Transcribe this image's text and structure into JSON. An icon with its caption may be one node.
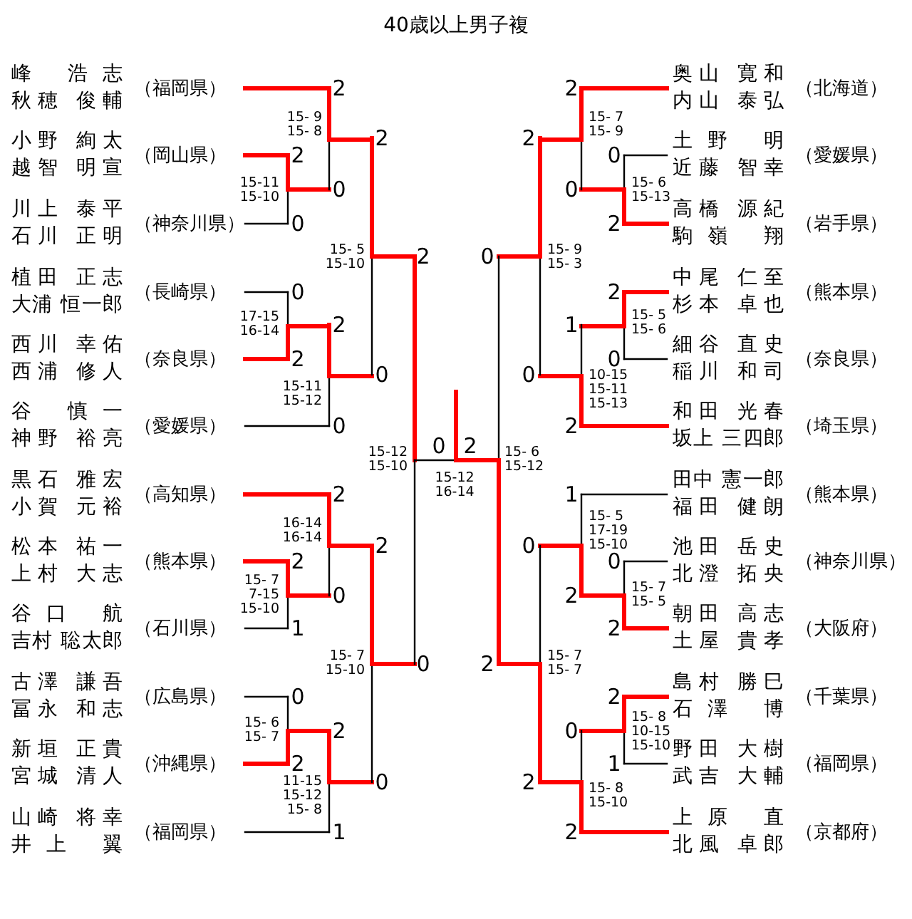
{
  "diagram": {
    "title": "40歳以上男子複",
    "nodes": [
      {
        "text": [
          "峰 浩志",
          "秋穂 俊輔"
        ],
        "beside": [
          "（福岡県）"
        ]
      },
      {
        "text": [
          "小野 絢太",
          "越智 明宣"
        ],
        "beside": [
          "（岡山県）"
        ]
      },
      {
        "text": [
          "川上 泰平",
          "石川 正明"
        ],
        "beside": [
          "（神奈川県）"
        ]
      },
      {
        "text": [
          "植田 正志",
          "大浦 恒一郎"
        ],
        "beside": [
          "（長崎県）"
        ]
      },
      {
        "text": [
          "西川 幸佑",
          "西浦 修人"
        ],
        "beside": [
          "（奈良県）"
        ]
      },
      {
        "text": [
          "谷 慎一",
          "神野 裕亮"
        ],
        "beside": [
          "（愛媛県）"
        ]
      },
      {
        "text": [
          "黒石 雅宏",
          "小賀 元裕"
        ],
        "beside": [
          "（高知県）"
        ]
      },
      {
        "text": [
          "松本 祐一",
          "上村 大志"
        ],
        "beside": [
          "（熊本県）"
        ]
      },
      {
        "text": [
          "谷口 航",
          "吉村 聡太郎"
        ],
        "beside": [
          "（石川県）"
        ]
      },
      {
        "text": [
          "古澤 謙吾",
          "冨永 和志"
        ],
        "beside": [
          "（広島県）"
        ]
      },
      {
        "text": [
          "新垣 正貴",
          "宮城 清人"
        ],
        "beside": [
          "（沖縄県）"
        ]
      },
      {
        "text": [
          "山崎 将幸",
          "井上 翼"
        ],
        "beside": [
          "（福岡県）"
        ]
      },
      {
        "text": [
          "奥山 寛和",
          "内山 泰弘"
        ],
        "beside": [
          "（北海道）"
        ]
      },
      {
        "text": [
          "土野 明",
          "近藤 智幸"
        ],
        "beside": [
          "（愛媛県）"
        ]
      },
      {
        "text": [
          "高橋 源紀",
          "駒嶺 翔"
        ],
        "beside": [
          "（岩手県）"
        ]
      },
      {
        "text": [
          "中尾 仁至",
          "杉本 卓也"
        ],
        "beside": [
          "（熊本県）"
        ]
      },
      {
        "text": [
          "細谷 直史",
          "稲川 和司"
        ],
        "beside": [
          "（奈良県）"
        ]
      },
      {
        "text": [
          "和田 光春",
          "坂上 三四郎"
        ],
        "beside": [
          "（埼玉県）"
        ]
      },
      {
        "text": [
          "田中 憲一郎",
          "福田 健朗"
        ],
        "beside": [
          "（熊本県）"
        ]
      },
      {
        "text": [
          "池田 岳史",
          "北澄 拓央"
        ],
        "beside": [
          "（神奈川県）"
        ]
      },
      {
        "text": [
          "朝田 高志",
          "土屋 貴孝"
        ],
        "beside": [
          "（大阪府）"
        ]
      },
      {
        "text": [
          "島村 勝巳",
          "石澤 博"
        ],
        "beside": [
          "（千葉県）"
        ]
      },
      {
        "text": [
          "野田 大樹",
          "武吉 大輔"
        ],
        "beside": [
          "（福岡県）"
        ]
      },
      {
        "text": [
          "上原 直",
          "北風 卓郎"
        ],
        "beside": [
          "（京都府）"
        ]
      }
    ],
    "labels": [
      "2",
      "2",
      "15- 9",
      "15- 7",
      "15- 8",
      "15- 9",
      "2",
      "2",
      "2",
      "0",
      "15-11",
      "15- 6",
      "0",
      "0",
      "15-10",
      "15-13",
      "0",
      "2",
      "15- 5",
      "15- 9",
      "2",
      "0",
      "15-10",
      "15- 3",
      "0",
      "2",
      "17-15",
      "16-14",
      "2",
      "1",
      "15- 5",
      "15- 6",
      "2",
      "0",
      "0",
      "0",
      "10-15",
      "15-11",
      "15-11",
      "15-12",
      "15-13",
      "0",
      "2",
      "0",
      "2",
      "15-12",
      "15- 6",
      "15-10",
      "15-12",
      "15-12",
      "16-14",
      "2",
      "1",
      "15- 5",
      "16-14",
      "17-19",
      "16-14",
      "2",
      "0",
      "15-10",
      "2",
      "0",
      "15- 7",
      "15- 7",
      "0",
      "2",
      "7-15",
      "15- 5",
      "15-10",
      "1",
      "2",
      "15- 7",
      "15- 7",
      "0",
      "2",
      "15-10",
      "15- 7",
      "0",
      "2",
      "15- 8",
      "15- 6",
      "2",
      "0",
      "10-15",
      "15- 7",
      "15-10",
      "2",
      "1",
      "11-15",
      "0",
      "2",
      "15- 8",
      "15-12",
      "15-10",
      "15- 8",
      "1",
      "2"
    ]
  }
}
